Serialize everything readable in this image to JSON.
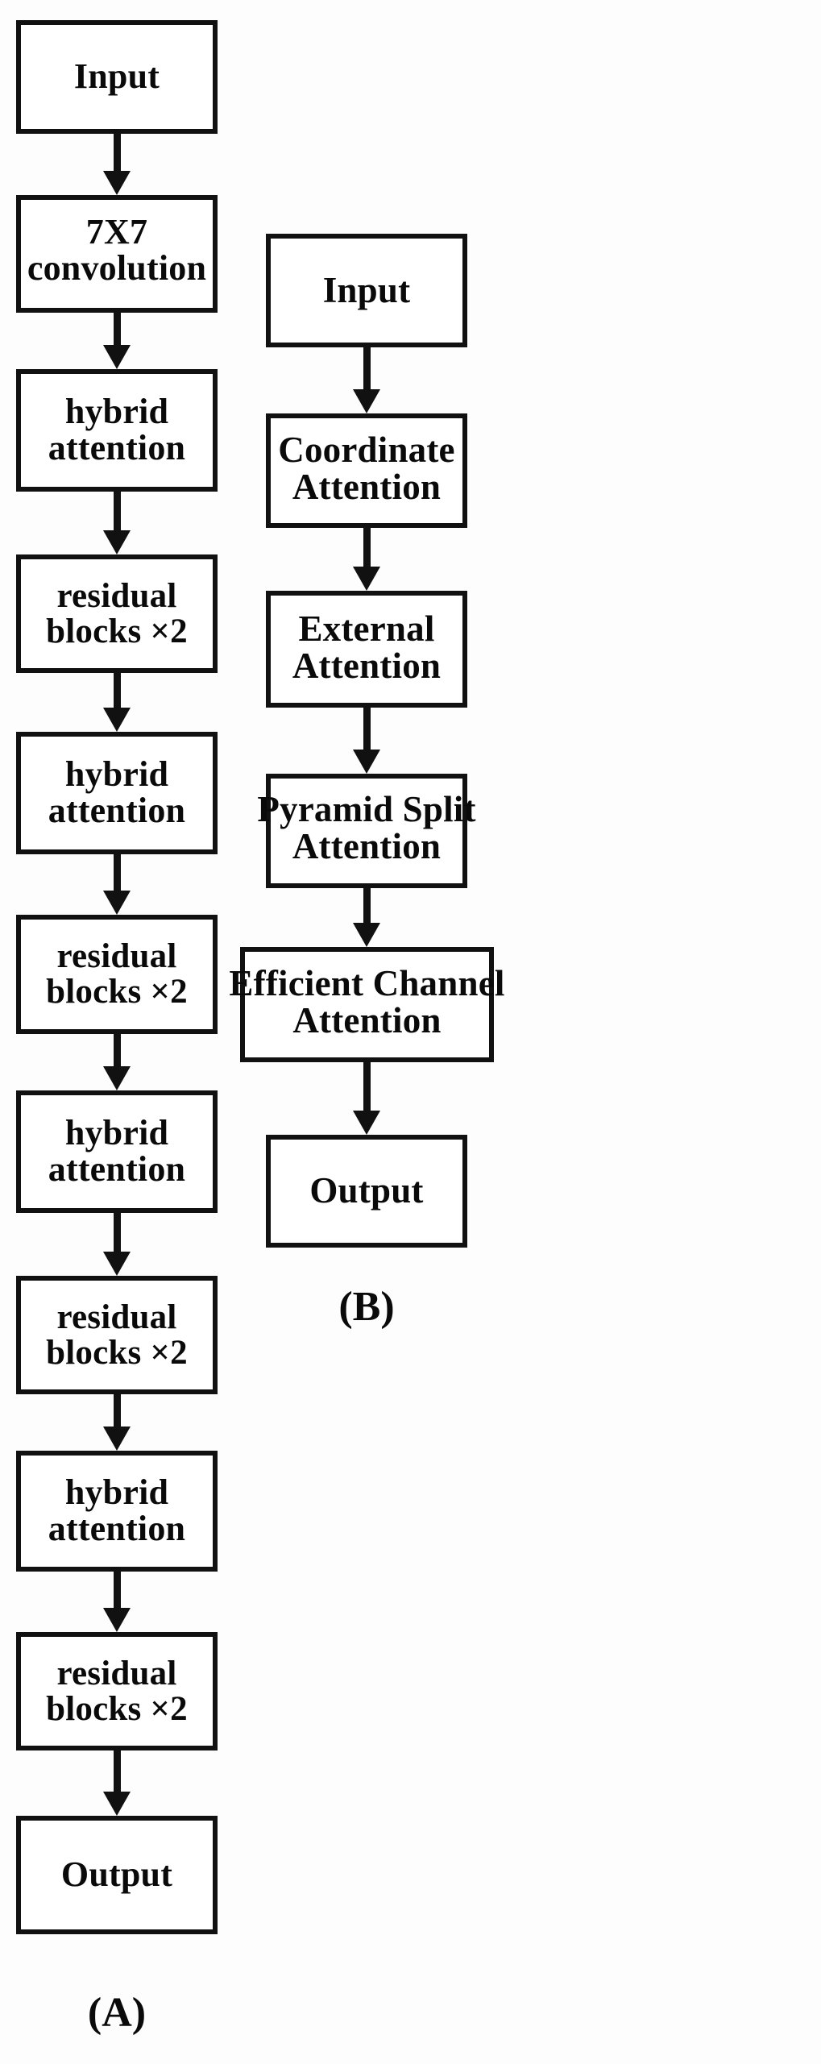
{
  "figure": {
    "type": "flowchart",
    "description": "Two-panel network architecture block diagram",
    "background_color": "#ffffff",
    "stroke_color": "#111111",
    "text_color": "#0a0a0a"
  },
  "panel_a": {
    "label": "(A)",
    "nodes": [
      {
        "id": "a-input",
        "lines": [
          "Input"
        ]
      },
      {
        "id": "a-conv7",
        "lines": [
          "7X7",
          "convolution"
        ]
      },
      {
        "id": "a-hybrid-1",
        "lines": [
          "hybrid",
          "attention"
        ]
      },
      {
        "id": "a-res-1",
        "lines": [
          "residual",
          "blocks ×2"
        ]
      },
      {
        "id": "a-hybrid-2",
        "lines": [
          "hybrid",
          "attention"
        ]
      },
      {
        "id": "a-res-2",
        "lines": [
          "residual",
          "blocks ×2"
        ]
      },
      {
        "id": "a-hybrid-3",
        "lines": [
          "hybrid",
          "attention"
        ]
      },
      {
        "id": "a-res-3",
        "lines": [
          "residual",
          "blocks ×2"
        ]
      },
      {
        "id": "a-hybrid-4",
        "lines": [
          "hybrid",
          "attention"
        ]
      },
      {
        "id": "a-res-4",
        "lines": [
          "residual",
          "blocks ×2"
        ]
      },
      {
        "id": "a-output",
        "lines": [
          "Output"
        ]
      }
    ],
    "edges": [
      "Input → 7X7 convolution",
      "7X7 convolution → hybrid attention",
      "hybrid attention → residual blocks ×2",
      "residual blocks ×2 → hybrid attention",
      "hybrid attention → residual blocks ×2",
      "residual blocks ×2 → hybrid attention",
      "hybrid attention → residual blocks ×2",
      "residual blocks ×2 → hybrid attention",
      "hybrid attention → residual blocks ×2",
      "residual blocks ×2 → Output"
    ]
  },
  "panel_b": {
    "label": "(B)",
    "nodes": [
      {
        "id": "b-input",
        "lines": [
          "Input"
        ]
      },
      {
        "id": "b-coord",
        "lines": [
          "Coordinate",
          "Attention"
        ]
      },
      {
        "id": "b-ext",
        "lines": [
          "External",
          "Attention"
        ]
      },
      {
        "id": "b-psa",
        "lines": [
          "Pyramid Split",
          "Attention"
        ]
      },
      {
        "id": "b-eca",
        "lines": [
          "Efficient Channel",
          "Attention"
        ]
      },
      {
        "id": "b-output",
        "lines": [
          "Output"
        ]
      }
    ],
    "edges": [
      "Input → Coordinate Attention",
      "Coordinate Attention → External Attention",
      "External Attention → Pyramid Split Attention",
      "Pyramid Split Attention → Efficient Channel Attention",
      "Efficient Channel Attention → Output"
    ]
  }
}
